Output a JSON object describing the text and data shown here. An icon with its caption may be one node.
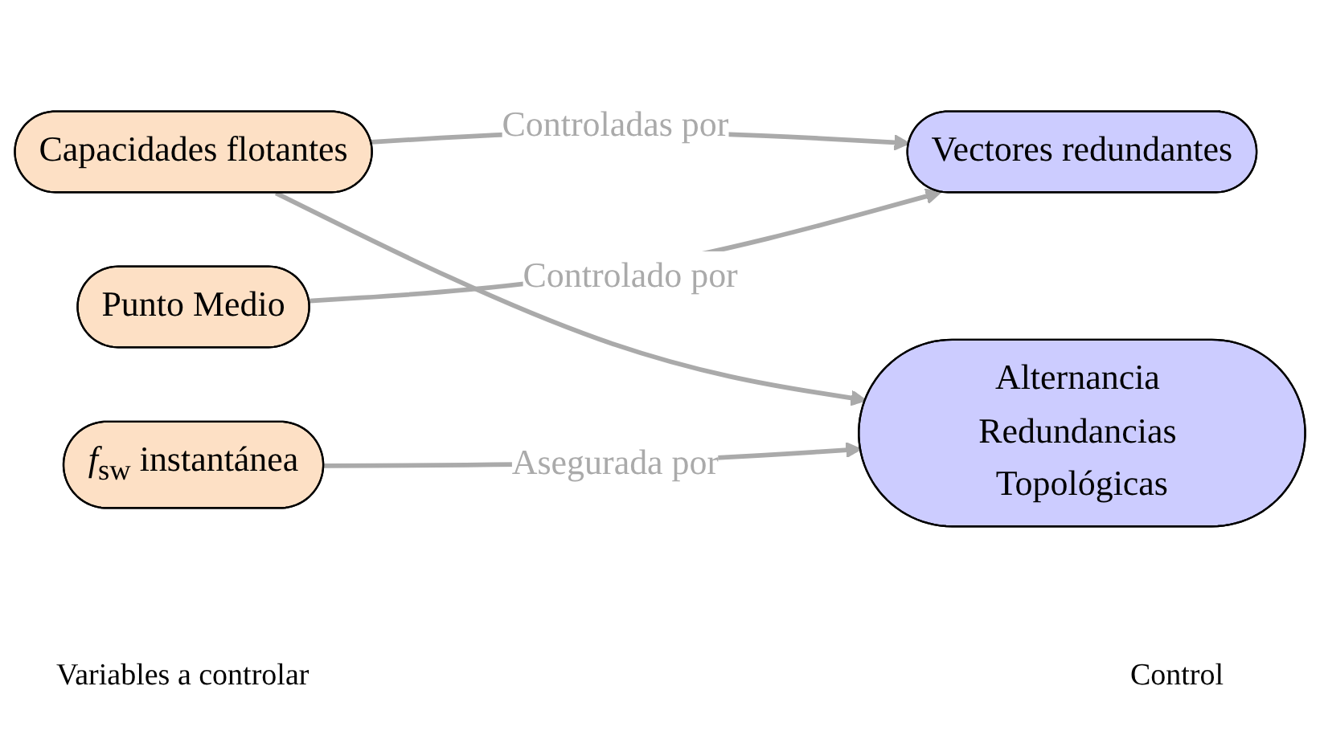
{
  "diagram": {
    "nodes": [
      {
        "text": [
          "Capacidades flotantes"
        ]
      },
      {
        "text": [
          "Punto Medio"
        ]
      },
      {
        "text": [
          "*f*$_{sw}$ instantánea"
        ]
      },
      {
        "text": [
          "Vectores redundantes"
        ]
      },
      {
        "text": [
          "Alternancia Redundancias Topológicas"
        ]
      }
    ],
    "edges": [
      {
        "from": 0,
        "to": 3,
        "arrow": "to",
        "label": "Controladas por"
      },
      {
        "from": 0,
        "to": 4,
        "arrow": "to"
      },
      {
        "from": 1,
        "to": 3,
        "arrow": "to",
        "label": "Controlado por"
      },
      {
        "from": 2,
        "to": 4,
        "arrow": "to",
        "label": "Asegurada por"
      }
    ],
    "labels": [
      "Variables a controlar",
      "Control"
    ]
  }
}
